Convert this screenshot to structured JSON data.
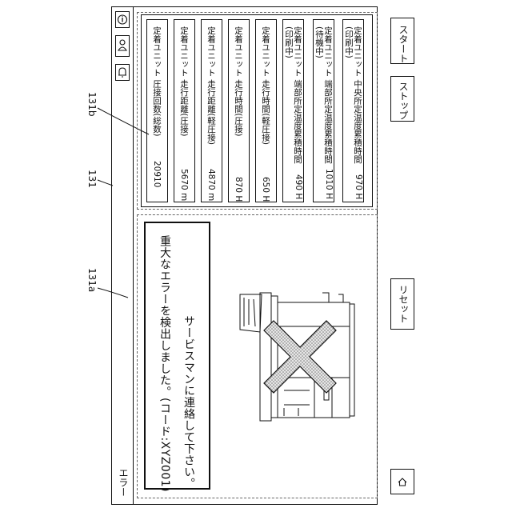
{
  "screen": {
    "title": "エラー",
    "error_message_line1": "重大なエラーを検出しました。(コード:XYZ001)",
    "error_message_line2": "サービスマンに連絡して下さい。",
    "reset_label": "リセット",
    "stop_label": "ストップ",
    "start_label": "スタート"
  },
  "counters": [
    {
      "label": "定着ユニット 圧接回数(総数)",
      "value": "20910"
    },
    {
      "label": "定着ユニット 走行距離(圧接)",
      "value": "5670 m"
    },
    {
      "label": "定着ユニット 走行距離(軽圧接)",
      "value": "4870 m"
    },
    {
      "label": "定着ユニット 走行時間(圧接)",
      "value": "870 H"
    },
    {
      "label": "定着ユニット 走行時間(軽圧接)",
      "value": "650 H"
    },
    {
      "label": "定着ユニット 端部所定温度累積時間\n(印刷中)",
      "value": "490 H"
    },
    {
      "label": "定着ユニット 端部所定温度累積時間\n(待機中)",
      "value": "1010 H"
    },
    {
      "label": "定着ユニット 中央所定温度累積時間\n(印刷中)",
      "value": "970 H"
    }
  ],
  "icons": [
    "home-icon",
    "bell-icon",
    "user-icon",
    "info-icon",
    "printer-error-illustration"
  ],
  "references": {
    "screen": "131",
    "error_area": "131a",
    "counter_area": "131b"
  }
}
